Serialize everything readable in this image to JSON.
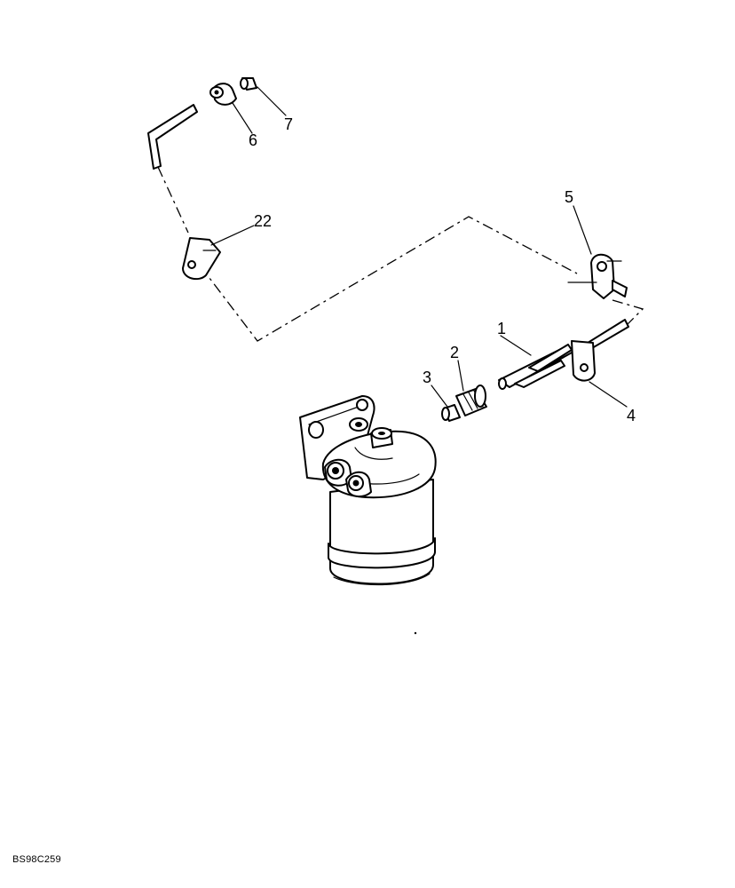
{
  "diagram": {
    "callouts": [
      {
        "id": "1",
        "text": "1"
      },
      {
        "id": "2",
        "text": "2"
      },
      {
        "id": "3",
        "text": "3"
      },
      {
        "id": "4",
        "text": "4"
      },
      {
        "id": "5",
        "text": "5"
      },
      {
        "id": "6",
        "text": "6"
      },
      {
        "id": "7",
        "text": "7"
      },
      {
        "id": "22",
        "text": "22"
      }
    ],
    "reference_code": "BS98C259"
  }
}
